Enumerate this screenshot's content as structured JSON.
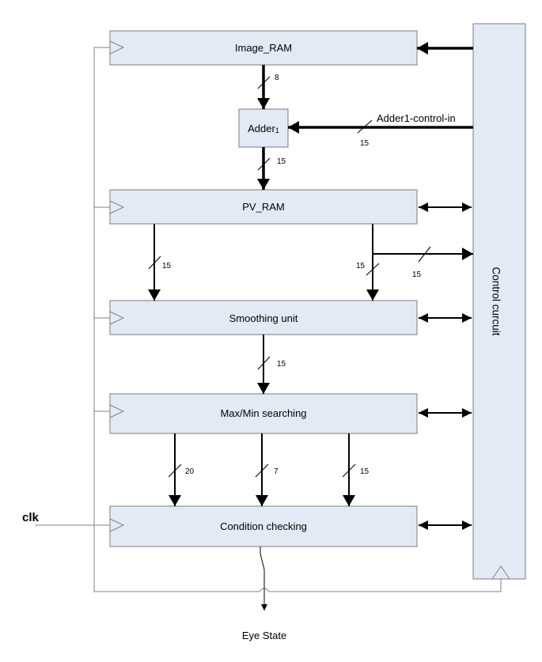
{
  "blocks": {
    "image_ram": "Image_RAM",
    "adder_base": "Adder",
    "adder_sub": "1",
    "pv_ram": "PV_RAM",
    "smoothing": "Smoothing unit",
    "maxmin": "Max/Min searching",
    "condition": "Condition checking",
    "control": "Control curcuit"
  },
  "signals": {
    "clk": "clk",
    "adder_control_in": "Adder1-control-in",
    "output": "Eye State"
  },
  "bus_widths": {
    "ram_to_adder": "8",
    "adder_ctrl": "15",
    "adder_to_pv": "15",
    "pv_left": "15",
    "pv_right": "15",
    "pv_to_control": "15",
    "smooth_to_maxmin": "15",
    "maxmin_a": "20",
    "maxmin_b": "7",
    "maxmin_c": "15"
  }
}
